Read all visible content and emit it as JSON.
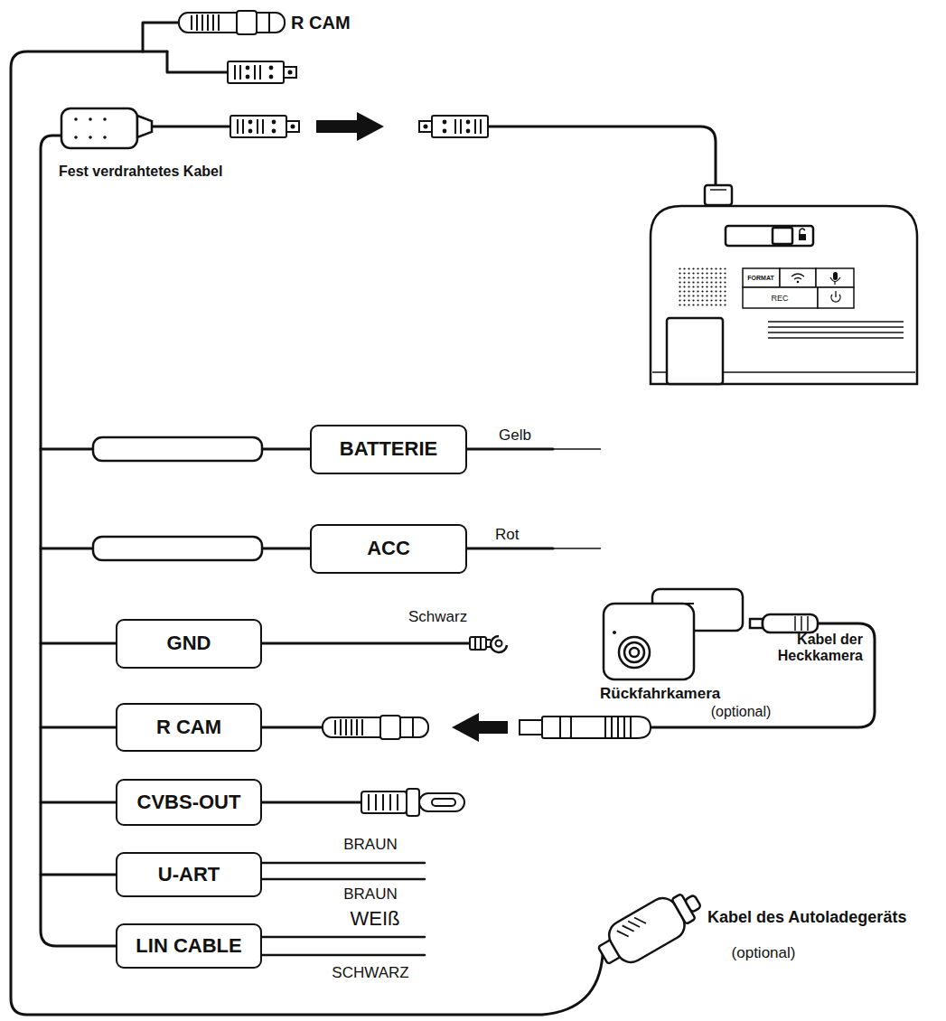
{
  "diagram": {
    "nodes": [
      {
        "text": [
          "BATTERIE"
        ]
      },
      {
        "text": [
          "ACC"
        ]
      },
      {
        "text": [
          "GND"
        ]
      },
      {
        "text": [
          "R CAM"
        ]
      },
      {
        "text": [
          "CVBS-OUT"
        ]
      },
      {
        "text": [
          "U-ART"
        ]
      },
      {
        "text": [
          "LIN CABLE"
        ]
      }
    ],
    "labels": [
      "R CAM",
      "Fest verdrahtetes Kabel",
      "FORMAT",
      "REC",
      "Gelb",
      "Rot",
      "Schwarz",
      "Rückfahrkamera",
      "Kabel der Heckkamera",
      "(optional)",
      "BRAUN",
      "BRAUN",
      "WEIß",
      "SCHWARZ",
      "Kabel des Autoladegeräts",
      "(optional)"
    ]
  }
}
